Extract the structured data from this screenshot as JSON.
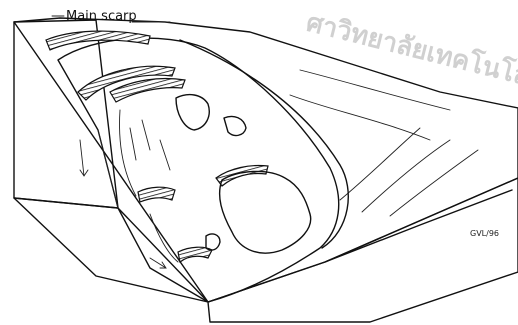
{
  "labels": {
    "main_scarp": "Main scarp"
  },
  "watermark": {
    "text": "ศาวิทยาลัยเทคโนโลยีสุร"
  },
  "signature": {
    "text": "GVL/96"
  }
}
